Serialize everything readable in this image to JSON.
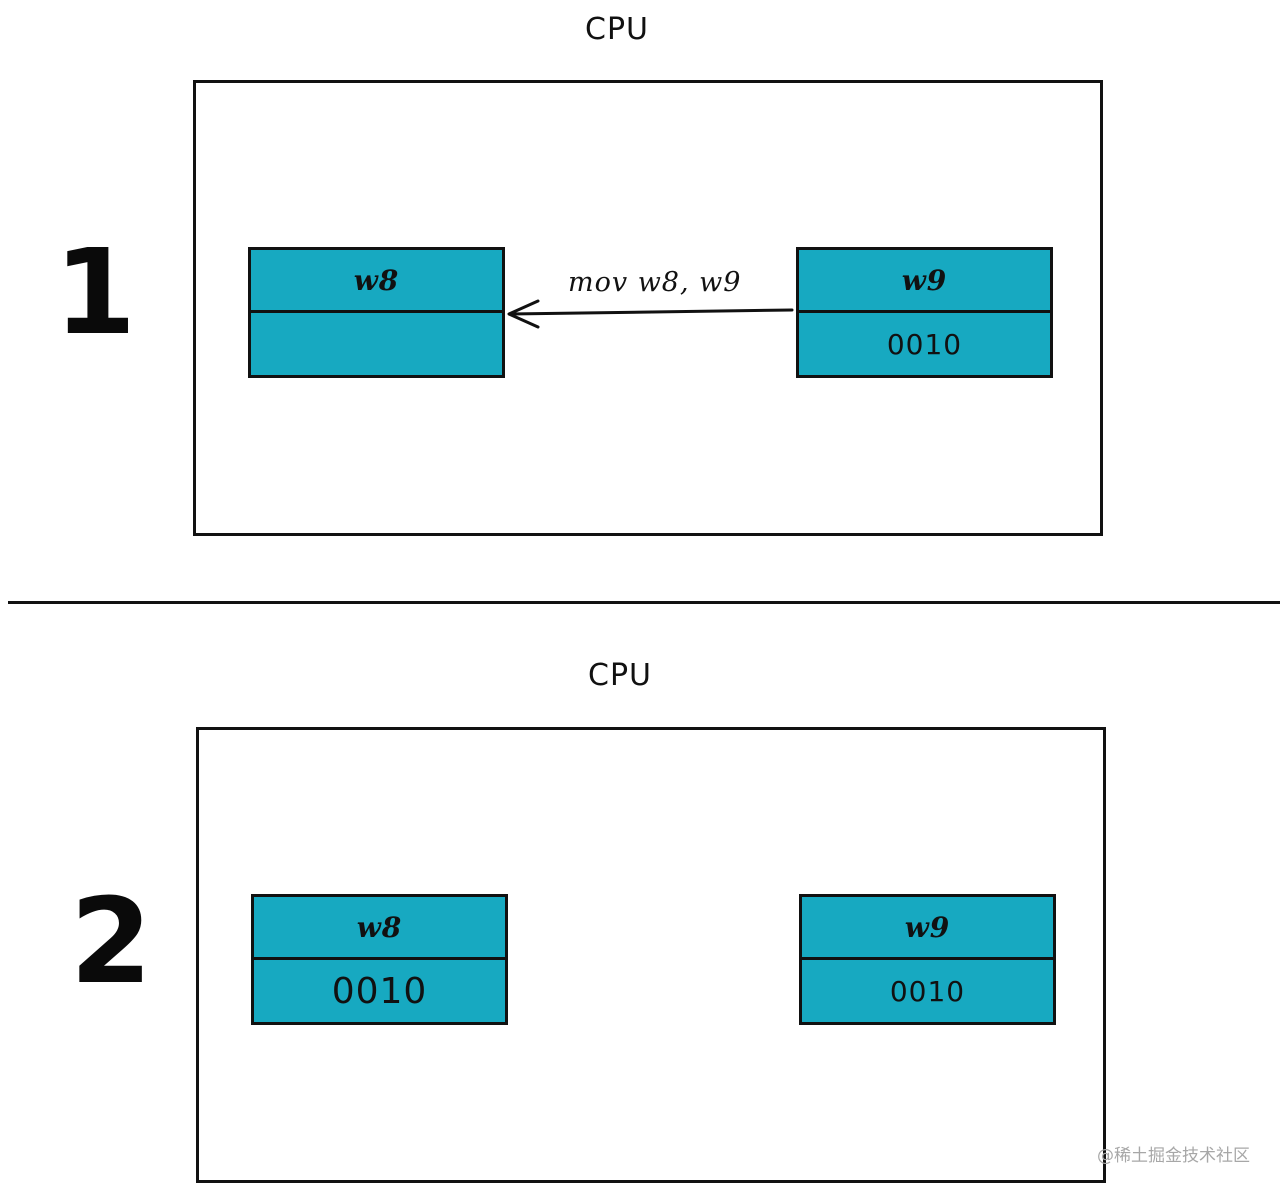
{
  "panel_1": {
    "step": "1",
    "cpu_label": "CPU",
    "instruction": "mov w8, w9",
    "registers": {
      "w8": {
        "name": "w8",
        "value": ""
      },
      "w9": {
        "name": "w9",
        "value": "0010"
      }
    }
  },
  "panel_2": {
    "step": "2",
    "cpu_label": "CPU",
    "registers": {
      "w8": {
        "name": "w8",
        "value": "0010"
      },
      "w9": {
        "name": "w9",
        "value": "0010"
      }
    }
  },
  "watermark": "@稀土掘金技术社区",
  "colors": {
    "register_fill": "#17a9c1",
    "stroke": "#111111",
    "watermark": "#a7a7a7"
  }
}
